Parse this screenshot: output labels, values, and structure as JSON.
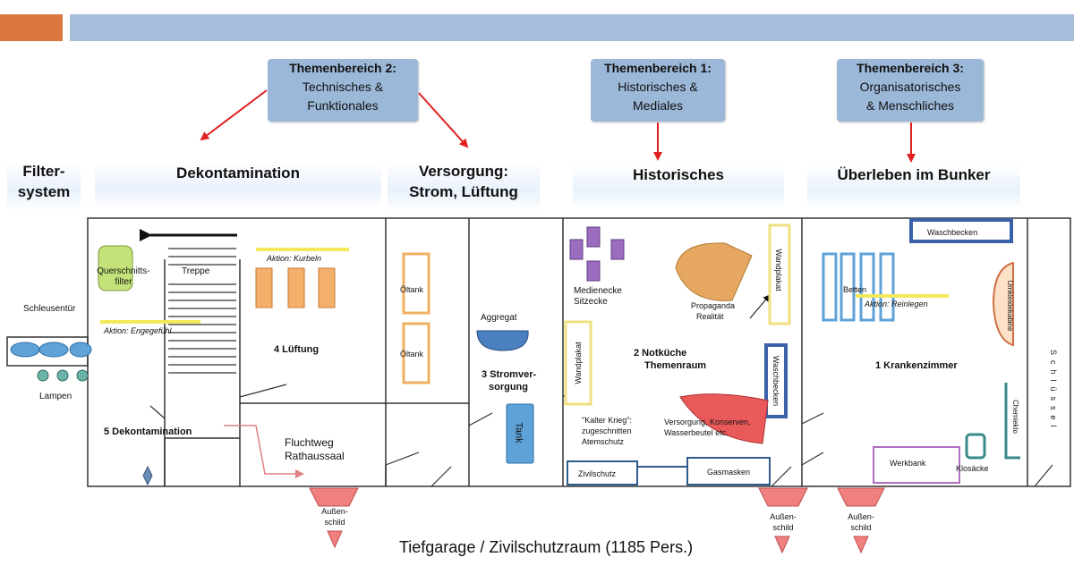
{
  "header": {
    "accent_color": "#d9773e",
    "bar_color": "#a7bedb"
  },
  "themes": [
    {
      "title": "Themenbereich 2:",
      "line1": "Technisches &",
      "line2": "Funktionales"
    },
    {
      "title": "Themenbereich 1:",
      "line1": "Historisches &",
      "line2": "Mediales"
    },
    {
      "title": "Themenbereich 3:",
      "line1": "Organisatorisches",
      "line2": "& Menschliches"
    }
  ],
  "sections": {
    "filter_line1": "Filter-",
    "filter_line2": "system",
    "dekon": "Dekontamination",
    "versorgung_line1": "Versorgung:",
    "versorgung_line2": "Strom, Lüftung",
    "historisches": "Historisches",
    "ueberleben": "Überleben im Bunker"
  },
  "rooms": {
    "querschnittsfilter_line1": "Querschnitts-",
    "querschnittsfilter_line2": "filter",
    "treppe": "Treppe",
    "aktion_kurbeln": "Aktion: Kurbeln",
    "schleusentuer": "Schleusentür",
    "aktion_engegefuehl": "Aktion: Engegefühl",
    "lampen": "Lampen",
    "lueftung": "4 Lüftung",
    "dekontamination": "5 Dekontamination",
    "fluchtweg_line1": "Fluchtweg",
    "fluchtweg_line2": "Rathaussaal",
    "oeltank1": "Öltank",
    "oeltank2": "Öltank",
    "aggregat": "Aggregat",
    "stromversorgung_line1": "3 Stromver-",
    "stromversorgung_line2": "sorgung",
    "tank": "Tank",
    "medienecke_line1": "Medienecke",
    "medienecke_line2": "Sitzecke",
    "wandplakat_right": "Wandplakat",
    "propaganda_line1": "Propaganda",
    "propaganda_line2": "Realität",
    "wandplakat_left": "Wandplakat",
    "notkueche_line1": "2 Notküche",
    "notkueche_line2": "Themenraum",
    "waschbecken_vert": "Waschbecken",
    "kalter_krieg_line1": "\"Kalter Krieg\":",
    "kalter_krieg_line2": "zugeschnitten",
    "kalter_krieg_line3": "Atemschutz",
    "versorgung_line1": "Versorgung, Konserven,",
    "versorgung_line2": "Wasserbeutel etc.",
    "zivilschutz": "Zivilschutz",
    "gasmasken": "Gasmasken",
    "waschbecken_top": "Waschbecken",
    "betten": "Betten",
    "aktion_reinlegen": "Aktion: Reinlegen",
    "umkleidekabine": "Umkleidekabine",
    "krankenzimmer": "1 Krankenzimmer",
    "chemieklo": "Chemieklo",
    "schluessel": "Schlüssel",
    "werkbank": "Werkbank",
    "klosaecke": "Klosäcke"
  },
  "signs": {
    "aussen_line1": "Außen-",
    "aussen_line2": "schild"
  },
  "caption": "Tiefgarage / Zivilschutzraum (1185 Pers.)"
}
